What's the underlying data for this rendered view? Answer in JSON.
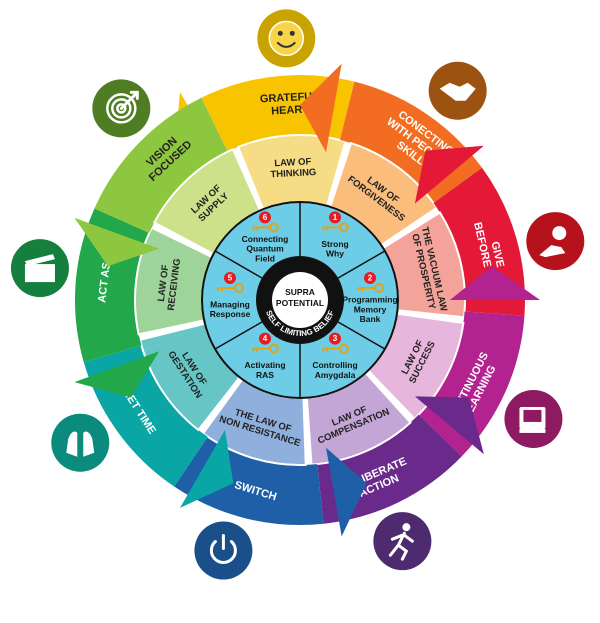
{
  "center": {
    "title_line1": "SUPRA",
    "title_line2": "POTENTIAL",
    "ring_text": "SELF LIMITING BELIEF"
  },
  "core_segments": [
    {
      "number": "1",
      "label": [
        "Strong",
        "Why"
      ]
    },
    {
      "number": "2",
      "label": [
        "Programming",
        "Memory",
        "Bank"
      ]
    },
    {
      "number": "3",
      "label": [
        "Controlling",
        "Amygdala"
      ]
    },
    {
      "number": "4",
      "label": [
        "Activating",
        "RAS"
      ]
    },
    {
      "number": "5",
      "label": [
        "Managing",
        "Response"
      ]
    },
    {
      "number": "6",
      "label": [
        "Connecting",
        "Quantum",
        "Field"
      ]
    }
  ],
  "petals": [
    {
      "law": [
        "LAW OF",
        "THINKING"
      ],
      "action": [
        "GRATEFUL",
        "HEART"
      ],
      "icon": "smiley-icon",
      "light": "#f6dc84",
      "dark": "#f8c400",
      "icon_color": "#c9a400",
      "action_text_color": "#222"
    },
    {
      "law": [
        "LAW OF",
        "FORGIVENESS"
      ],
      "action": [
        "CONECTING",
        "WITH PEOPLE",
        "SKILL"
      ],
      "icon": "handshake-icon",
      "light": "#fbbd7c",
      "dark": "#f26d21",
      "icon_color": "#9c5210",
      "action_text_color": "#fff"
    },
    {
      "law": [
        "THE VACUUM LAW",
        "OF PROSPERITY"
      ],
      "action": [
        "GIVE",
        "BEFORE GET"
      ],
      "icon": "giving-hand-icon",
      "light": "#f4a39a",
      "dark": "#e31937",
      "icon_color": "#b5121b",
      "action_text_color": "#fff"
    },
    {
      "law": [
        "LAW OF",
        "SUCCESS"
      ],
      "action": [
        "CONTINUOUS",
        "LEARNING"
      ],
      "icon": "book-icon",
      "light": "#e6b6dc",
      "dark": "#b3238f",
      "icon_color": "#8e1b62",
      "action_text_color": "#fff"
    },
    {
      "law": [
        "LAW OF",
        "COMPENSATION"
      ],
      "action": [
        "DELIBERATE",
        "ACTION"
      ],
      "icon": "running-person-icon",
      "light": "#c3a5d6",
      "dark": "#6a2a8c",
      "icon_color": "#4e2a6e",
      "action_text_color": "#fff"
    },
    {
      "law": [
        "THE LAW OF",
        "NON RESISTANCE"
      ],
      "action": [
        "FLIP SWITCH"
      ],
      "icon": "power-icon",
      "light": "#8fb0dc",
      "dark": "#1e5fa8",
      "icon_color": "#1b4f8a",
      "action_text_color": "#fff"
    },
    {
      "law": [
        "LAW OF",
        "GESTATION"
      ],
      "action": [
        "QUIET TIME"
      ],
      "icon": "praying-hands-icon",
      "light": "#66c6c6",
      "dark": "#0aa5a5",
      "icon_color": "#0b8a7e",
      "action_text_color": "#fff"
    },
    {
      "law": [
        "LAW OF",
        "RECEIVING"
      ],
      "action": [
        "ACT AS IF"
      ],
      "icon": "clapperboard-icon",
      "light": "#9ed39a",
      "dark": "#22a84a",
      "icon_color": "#15803d",
      "action_text_color": "#fff"
    },
    {
      "law": [
        "LAW OF",
        "SUPPLY"
      ],
      "action": [
        "VISION",
        "FOCUSED"
      ],
      "icon": "target-icon",
      "light": "#cde08a",
      "dark": "#8dc63f",
      "icon_color": "#4f7d23",
      "action_text_color": "#222"
    }
  ],
  "colors": {
    "core": "#6ecde6",
    "ring": "#111111",
    "badge": "#e51c23",
    "key": "#e0a419"
  }
}
